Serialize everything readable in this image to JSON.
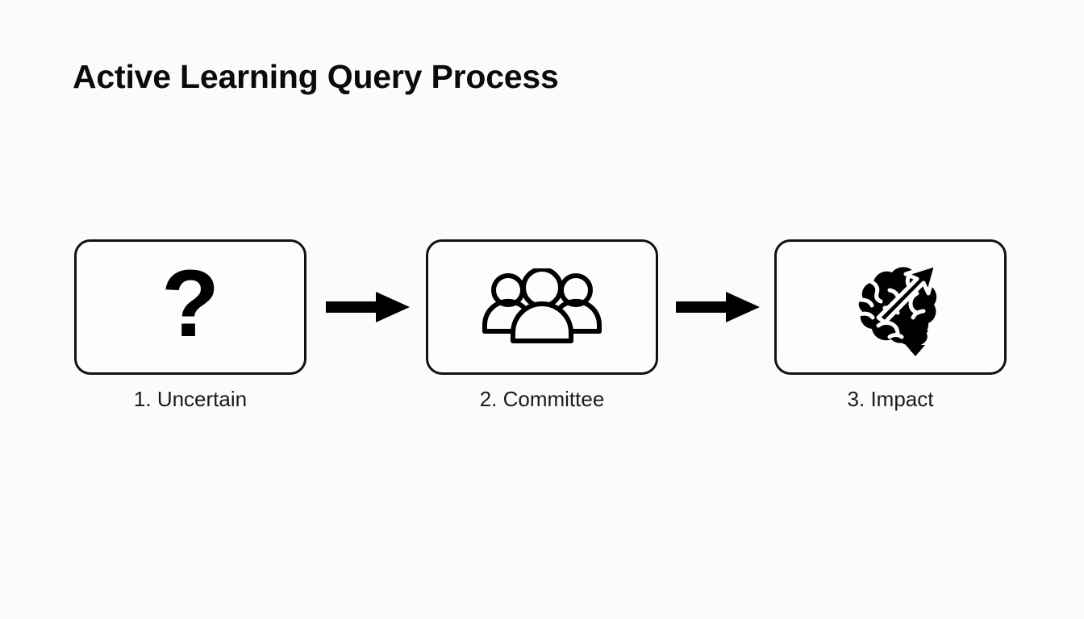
{
  "slide": {
    "title": "Active Learning Query Process",
    "background_color": "#fbfbfb",
    "ink_color": "#111111"
  },
  "diagram": {
    "type": "flow",
    "direction": "left-to-right",
    "connector_icon": "arrow-right-icon",
    "steps": [
      {
        "index": "1",
        "label": "1. Uncertain",
        "icon": "question-mark-icon",
        "glyph": "?"
      },
      {
        "index": "2",
        "label": "2. Committee",
        "icon": "people-group-icon",
        "glyph": ""
      },
      {
        "index": "3",
        "label": "3. Impact",
        "icon": "brain-growth-arrow-icon",
        "glyph": ""
      }
    ]
  }
}
